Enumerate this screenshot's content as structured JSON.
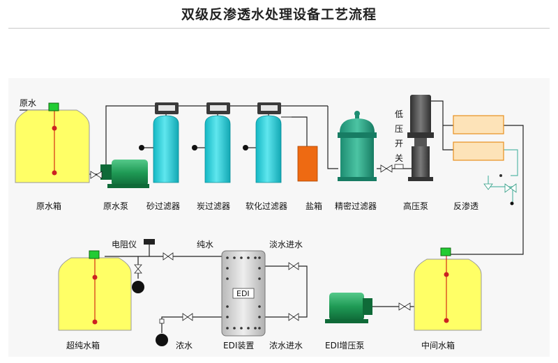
{
  "title": "双级反渗透水处理设备工艺流程",
  "labels": {
    "raw_water_in": "原水",
    "raw_tank": "原水箱",
    "raw_pump": "原水泵",
    "sand_filter": "砂过滤器",
    "carbon_filter": "炭过滤器",
    "softener": "软化过滤器",
    "salt_tank": "盐箱",
    "precision_filter": "精密过滤器",
    "high_pressure_pump": "高压泵",
    "low_pressure_switch": [
      "低",
      "压",
      "开",
      "关"
    ],
    "reverse_osmosis": "反渗透",
    "resistivity_meter": "电阻仪",
    "pure_water": "纯水",
    "dilute_in_top": "淡水进水",
    "ultrapure_tank": "超纯水箱",
    "concentrate": "浓水",
    "edi_device": "EDI装置",
    "concentrate_in": "浓水进水",
    "edi_booster_pump": "EDI增压泵",
    "intermediate_tank": "中间水箱",
    "edi_panel": "EDI"
  },
  "colors": {
    "tank_yellow": "#ffff66",
    "filter_cyan": "#33d6e0",
    "pump_green": "#1f9a55",
    "salt_orange": "#ee6a12",
    "pump_dark": "#4a4a4a",
    "membrane_fill": "#fde3b8",
    "membrane_edge": "#e8901e",
    "pipe": "#222222",
    "ro_pipe": "#5ab8a8"
  }
}
